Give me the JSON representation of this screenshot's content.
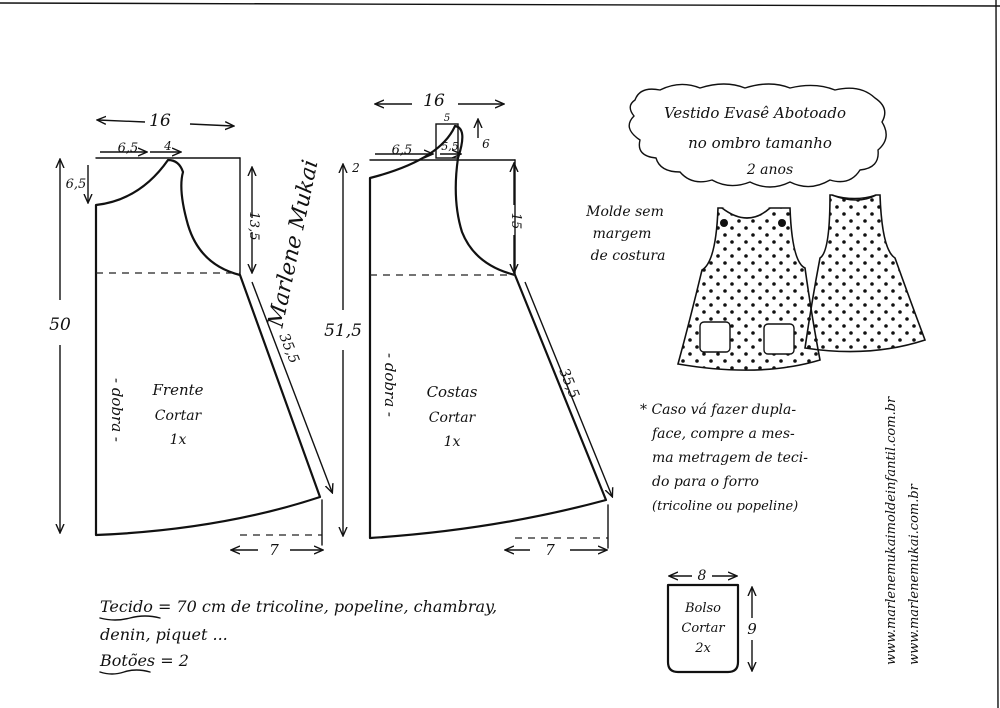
{
  "title": {
    "line1": "Vestido Evasê Abotoado",
    "line2": "no ombro tamanho",
    "line3": "2 anos"
  },
  "note_seam": [
    "Molde sem",
    "margem",
    "de costura"
  ],
  "front": {
    "label": [
      "Frente",
      "Cortar",
      "1x"
    ],
    "fold": "- dobra -",
    "width_top": "16",
    "neck_width": "6,5",
    "shoulder": "4",
    "neck_depth": "6,5",
    "armhole": "13,5",
    "length": "50",
    "side": "35,5",
    "hem_ext": "7"
  },
  "back": {
    "label": [
      "Costas",
      "Cortar",
      "1x"
    ],
    "fold": "- dobra -",
    "width_top": "16",
    "neck_width": "6,5",
    "shoulder": "5,5",
    "tab": "5",
    "tab_height": "6",
    "neck_depth": "2",
    "armhole": "15",
    "length": "51,5",
    "side": "35,5",
    "hem_ext": "7"
  },
  "note_lining": [
    "* Caso vá fazer dupla-",
    "face, compre a mes-",
    "ma metragem de teci-",
    "do para o forro",
    "(tricoline ou popeline)"
  ],
  "pocket": {
    "label": [
      "Bolso",
      "Cortar",
      "2x"
    ],
    "width": "8",
    "height": "9"
  },
  "materials": {
    "line1": "Tecido = 70 cm de tricoline, popeline, chambray,",
    "line2": "denin, piquet ...",
    "line3": "Botões = 2"
  },
  "signature": "Marlene Mukai",
  "websites": [
    "www.marlenemukaimoldeinfantil.com.br",
    "www.marlenemukai.com.br"
  ]
}
